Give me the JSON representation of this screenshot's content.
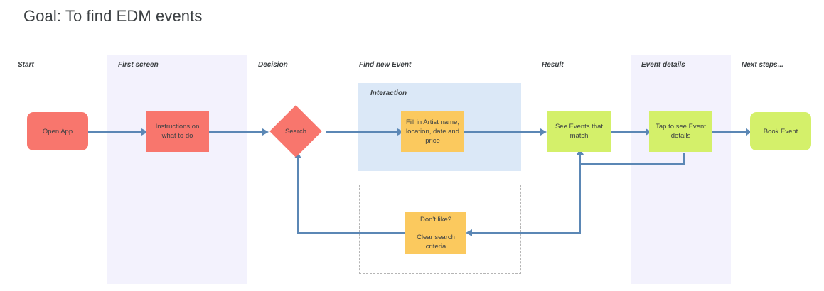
{
  "page": {
    "title": "Goal: To find EDM events"
  },
  "lanes": [
    {
      "label": "Start",
      "banded": false
    },
    {
      "label": "First screen",
      "banded": true
    },
    {
      "label": "Decision",
      "banded": false
    },
    {
      "label": "Find new Event",
      "banded": false
    },
    {
      "label": "Result",
      "banded": false
    },
    {
      "label": "Event details",
      "banded": true
    },
    {
      "label": "Next steps...",
      "banded": false
    }
  ],
  "regions": {
    "interaction": {
      "label": "Interaction",
      "color": "#dbe8f7"
    },
    "alternate_flow": {
      "label": "",
      "border": "#b5b5b5"
    }
  },
  "nodes": [
    {
      "id": "open-app",
      "label": "Open App",
      "shape": "rounded-rect",
      "color": "#f8766d"
    },
    {
      "id": "instructions",
      "label": "Instructions on what to do",
      "shape": "rect",
      "color": "#f8766d"
    },
    {
      "id": "search",
      "label": "Search",
      "shape": "diamond",
      "color": "#f8766d"
    },
    {
      "id": "fill-in",
      "label": "Fill in Artist name, location, date and price",
      "shape": "rect",
      "color": "#fbc95e"
    },
    {
      "id": "see-events",
      "label": "See Events that match",
      "shape": "rect",
      "color": "#d4f06a"
    },
    {
      "id": "tap-details",
      "label": "Tap to see Event details",
      "shape": "rect",
      "color": "#d4f06a"
    },
    {
      "id": "book-event",
      "label": "Book Event",
      "shape": "rounded-rect",
      "color": "#d4f06a"
    },
    {
      "id": "clear-search",
      "label_line1": "Don't like?",
      "label_line2": "Clear search criteria",
      "shape": "rect",
      "color": "#fbc95e"
    }
  ],
  "colors": {
    "connector": "#5b87b5",
    "lane_band": "#f3f2fd",
    "coral": "#f8766d",
    "amber": "#fbc95e",
    "green": "#d4f06a",
    "interaction_blue": "#dbe8f7",
    "text": "#3c4043"
  }
}
